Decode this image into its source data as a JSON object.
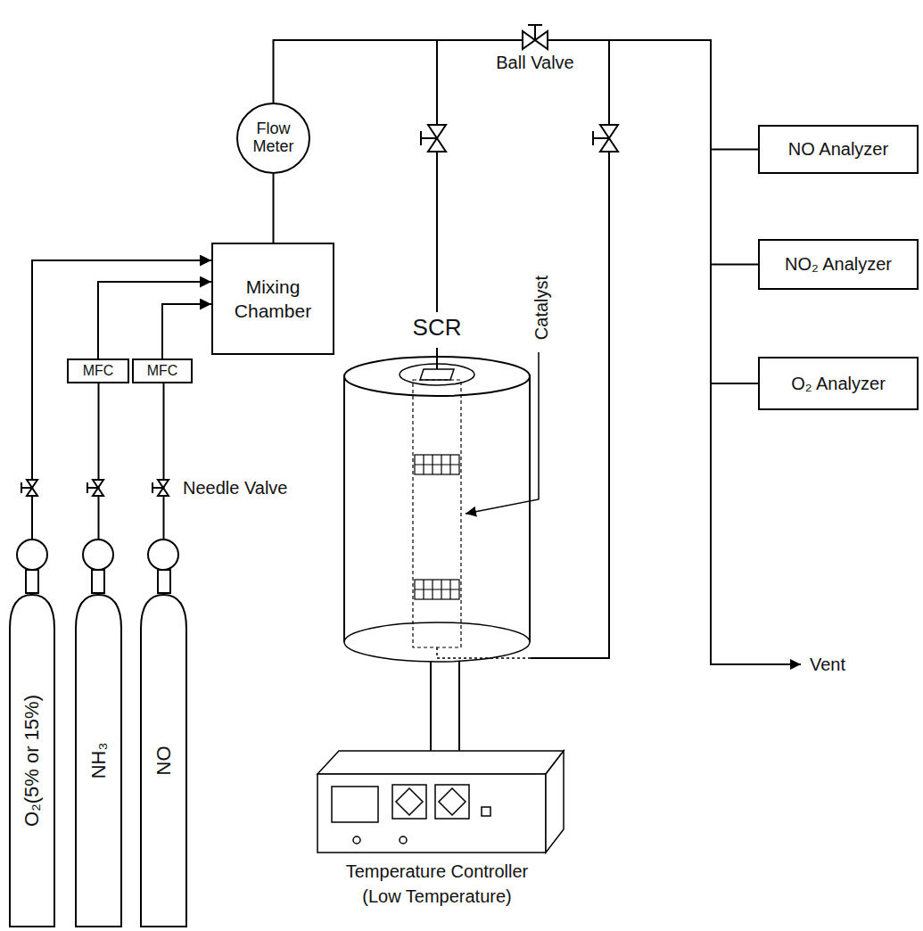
{
  "diagram": {
    "nodes": [
      {
        "text": [
          "Flow Meter"
        ]
      },
      {
        "text": [
          "Mixing Chamber"
        ]
      },
      {
        "text": [
          "MFC"
        ]
      },
      {
        "text": [
          "MFC"
        ]
      },
      {
        "text": [
          "O₂(5% or 15%)"
        ]
      },
      {
        "text": [
          "NH₃"
        ]
      },
      {
        "text": [
          "NO"
        ]
      },
      {
        "text": [
          "SCR"
        ]
      },
      {
        "text": [
          "NO Analyzer"
        ]
      },
      {
        "text": [
          "NO₂ Analyzer"
        ]
      },
      {
        "text": [
          "O₂ Analyzer"
        ]
      }
    ],
    "edges": [
      {
        "from": 4,
        "to": 1,
        "arrow": "to"
      },
      {
        "from": 5,
        "to": 2,
        "arrow": "none"
      },
      {
        "from": 2,
        "to": 1,
        "arrow": "to"
      },
      {
        "from": 6,
        "to": 3,
        "arrow": "none"
      },
      {
        "from": 3,
        "to": 1,
        "arrow": "to"
      },
      {
        "from": 1,
        "to": 0,
        "arrow": "none"
      },
      {
        "from": 0,
        "to": 7,
        "arrow": "none"
      },
      {
        "from": 7,
        "to": 8,
        "arrow": "none"
      },
      {
        "from": 7,
        "to": 9,
        "arrow": "none"
      },
      {
        "from": 7,
        "to": 10,
        "arrow": "none"
      }
    ],
    "labels": [
      "Ball Valve",
      "Needle Valve",
      "Catalyst",
      "Vent",
      "Temperature Controller (Low Temperature)"
    ]
  }
}
